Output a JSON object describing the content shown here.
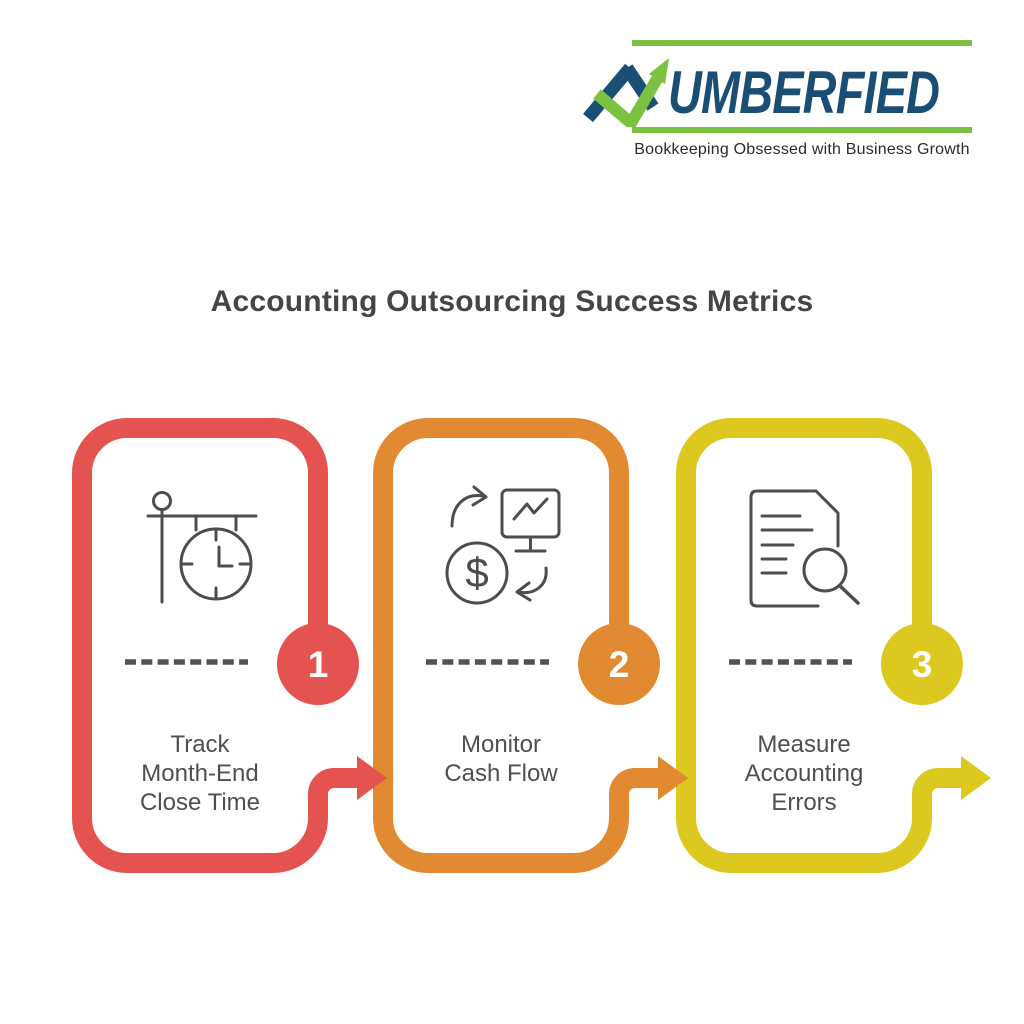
{
  "logo": {
    "brand_full": "NUMBERFIED",
    "brand_text": "UMBERFIED",
    "tagline": "Bookkeeping Obsessed with Business Growth",
    "navy": "#1B4E74",
    "green": "#7CC142"
  },
  "title": "Accounting Outsourcing Success Metrics",
  "steps": [
    {
      "number": "1",
      "label_lines": [
        "Track",
        "Month-End",
        "Close Time"
      ],
      "color": "#E4534F",
      "icon": "hanging-clock-icon"
    },
    {
      "number": "2",
      "label_lines": [
        "Monitor",
        "Cash Flow"
      ],
      "color": "#E18A31",
      "icon": "cash-flow-icon"
    },
    {
      "number": "3",
      "label_lines": [
        "Measure",
        "Accounting",
        "Errors"
      ],
      "color": "#DCC81F",
      "icon": "document-search-icon"
    }
  ]
}
